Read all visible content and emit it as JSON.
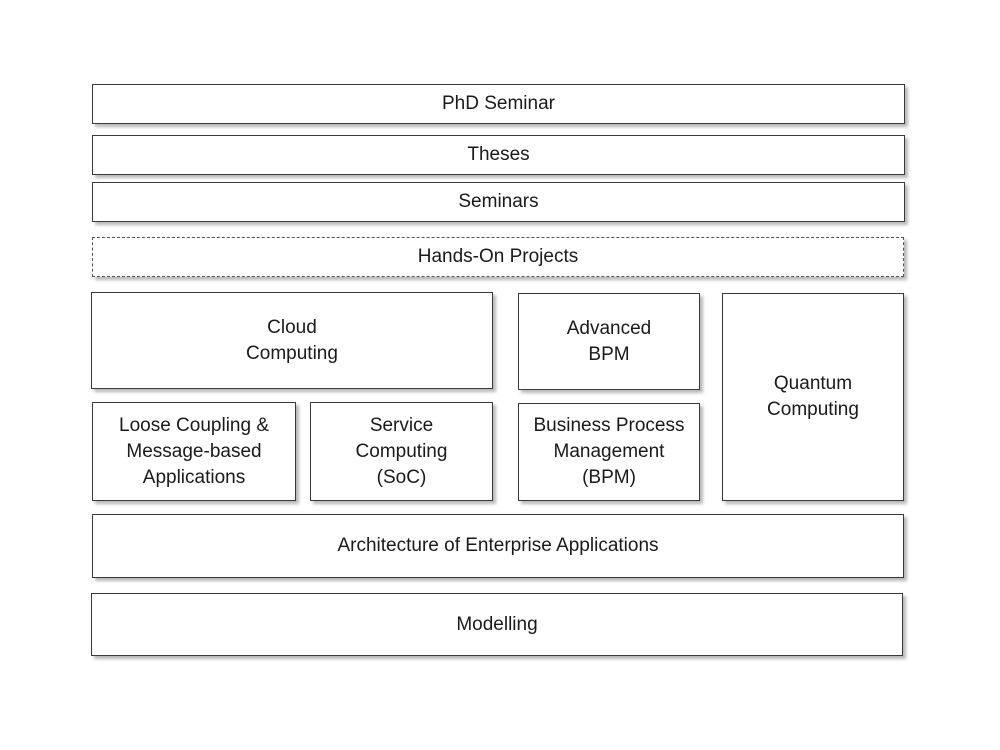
{
  "layers": {
    "phd_seminar": "PhD Seminar",
    "theses": "Theses",
    "seminars": "Seminars",
    "hands_on_projects": "Hands-On Projects",
    "cloud_computing": "Cloud\nComputing",
    "advanced_bpm": "Advanced\nBPM",
    "quantum_computing": "Quantum\nComputing",
    "loose_coupling": "Loose Coupling &\nMessage-based\nApplications",
    "service_computing": "Service\nComputing\n(SoC)",
    "business_process_management": "Business Process\nManagement\n(BPM)",
    "architecture": "Architecture of Enterprise Applications",
    "modelling": "Modelling"
  },
  "style": {
    "border_color": "#3a3a3a",
    "box_fill": "#ffffff",
    "hands_on_border": "dashed"
  }
}
